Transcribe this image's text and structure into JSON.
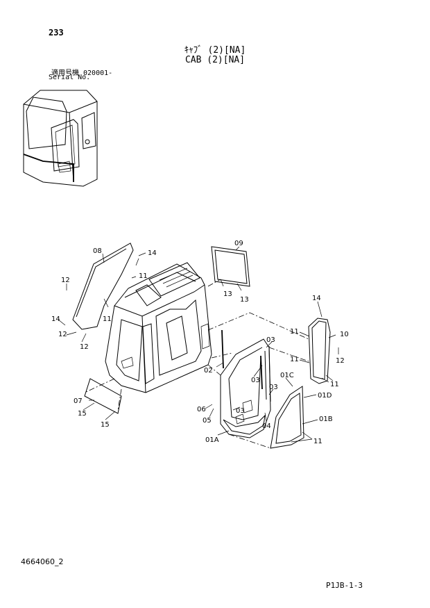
{
  "header": {
    "page_number": "233",
    "title_jp": "ｷｬﾌﾞ (2)[NA]",
    "title_en": "CAB (2)[NA]",
    "serial_label_jp": "適用号機  020001-",
    "serial_label_en": "Serial No."
  },
  "callouts": {
    "c08": "08",
    "c14a": "14",
    "c12a": "12",
    "c11a": "11",
    "c11b": "11",
    "c14b": "14",
    "c12b": "12",
    "c12c": "12",
    "c09": "09",
    "c13a": "13",
    "c13b": "13",
    "c14c": "14",
    "c11c": "11",
    "c10": "10",
    "c11d": "11",
    "c12d": "12",
    "c11e": "11",
    "c03a": "03",
    "c02": "02",
    "c03b": "03",
    "c01c": "01C",
    "c03c": "03",
    "c01d": "01D",
    "c07": "07",
    "c15a": "15",
    "c15b": "15",
    "c06": "06",
    "c05": "05",
    "c03d": "03",
    "c04": "04",
    "c01b": "01B",
    "c01a": "01A",
    "c11f": "11"
  },
  "footer": {
    "doc_id": "4664060_2",
    "page_code": "P1JB-1-3"
  }
}
